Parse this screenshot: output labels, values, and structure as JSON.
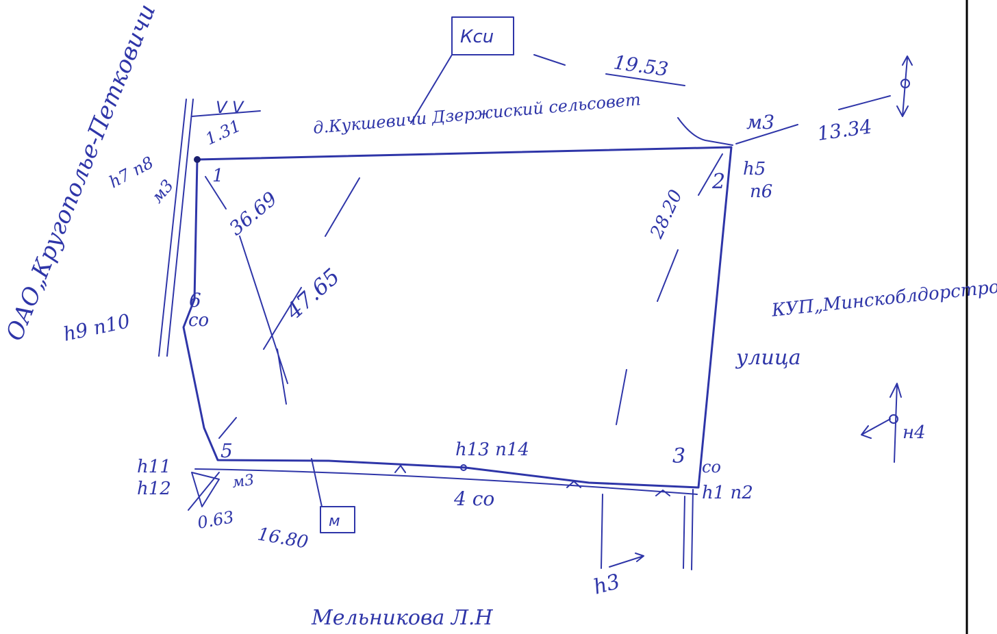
{
  "labels": {
    "kcu_box": "Ксu",
    "dist_top_road": "19.53",
    "street_top": "д.Кукшевичи Дзержиский сельсовет",
    "m3_top": "м3",
    "dist_right_road": "13.34",
    "neighbor_left": "ОАО„Кругополье-Петковичи",
    "dist_131": "1.31",
    "tick_marks": "V V",
    "h7_h8": "h7 n8",
    "m3_left": "м3",
    "point_1": "1",
    "dist_3669": "36.69",
    "point_2": "2",
    "h5": "h5",
    "h6": "n6",
    "dist_2820": "28.20",
    "dist_4765": "47.65",
    "point_6": "6",
    "co_6": "co",
    "h9_h10": "h9 n10",
    "neighbor_right": "КУП„Минскоблдорстрой\"",
    "street_right": "улица",
    "north_arrow": "н4",
    "point_5": "5",
    "h11": "h11",
    "h12": "h12",
    "m3_bottom": "м3",
    "dist_063": "0.63",
    "dist_1680": "16.80",
    "m_box": "м",
    "h13_h14": "h13 n14",
    "point_4": "4 co",
    "point_3": "3",
    "co_3": "co",
    "h1_h2": "h1 n2",
    "n3": "h3",
    "neighbor_bottom": "Мельникова Л.Н"
  }
}
